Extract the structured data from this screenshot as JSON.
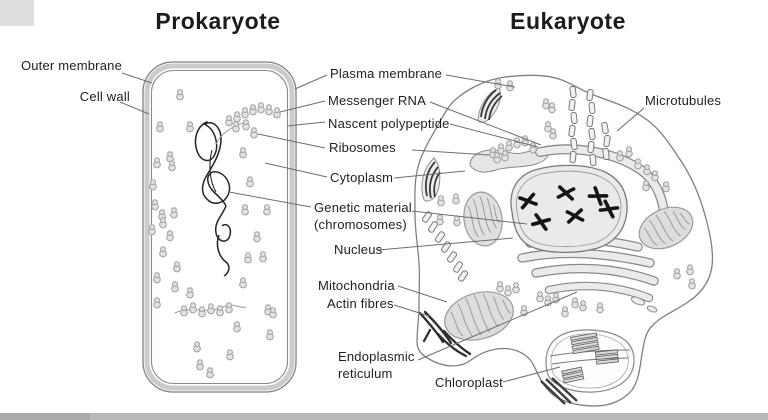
{
  "figure": {
    "titles": {
      "prokaryote": "Prokaryote",
      "eukaryote": "Eukaryote"
    },
    "labels": {
      "outer_membrane": "Outer membrane",
      "cell_wall": "Cell wall",
      "plasma_membrane": "Plasma membrane",
      "messenger_rna": "Messenger RNA",
      "nascent_polypeptide": "Nascent polypeptide",
      "ribosomes": "Ribosomes",
      "cytoplasm": "Cytoplasm",
      "genetic_material_line1": "Genetic material",
      "genetic_material_line2": "(chromosomes)",
      "nucleus": "Nucleus",
      "mitochondria": "Mitochondria",
      "actin_fibres": "Actin fibres",
      "endoplasmic_line1": "Endoplasmic",
      "endoplasmic_line2": "reticulum",
      "chloroplast": "Chloroplast",
      "microtubules": "Microtubules"
    },
    "colors": {
      "text": "#1f1f1f",
      "outline": "#7f7f7f",
      "organelle_fill": "#e6e6e6",
      "dark_ink": "#2d2d2d",
      "bottom_bar": "#b9b9b9"
    }
  }
}
